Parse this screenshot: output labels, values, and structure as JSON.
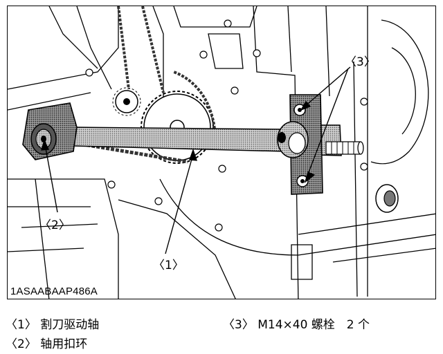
{
  "figure_code": "1ASAABAAP486A",
  "callouts": [
    {
      "id": "1",
      "text": "〈1〉"
    },
    {
      "id": "2",
      "text": "〈2〉"
    },
    {
      "id": "3",
      "text": "〈3〉"
    }
  ],
  "legend": [
    {
      "id": "1",
      "text": "〈1〉 割刀驱动轴"
    },
    {
      "id": "2",
      "text": "〈2〉 轴用扣环"
    },
    {
      "id": "3",
      "text": "〈3〉 M14×40 螺栓　2 个"
    }
  ]
}
